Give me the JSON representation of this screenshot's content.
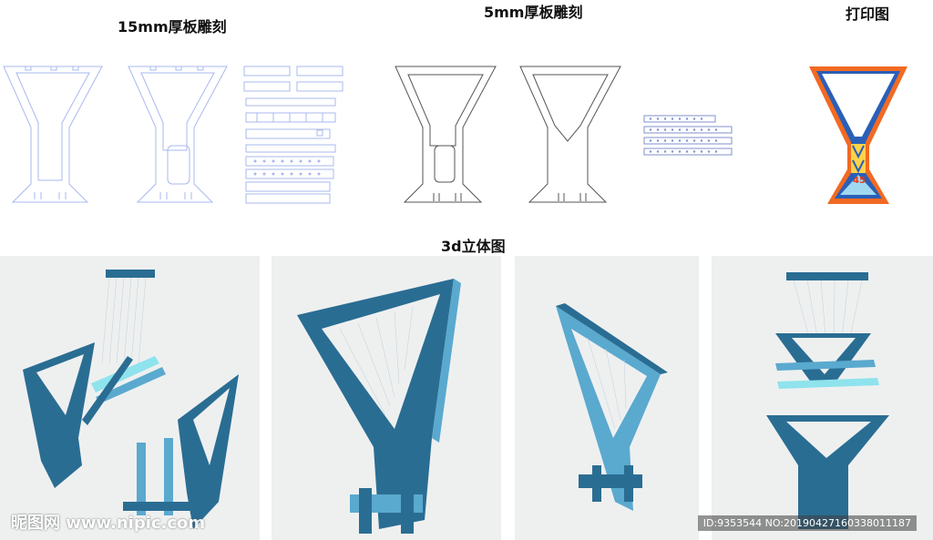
{
  "headings": {
    "engrave_15mm": "15mm厚板雕刻",
    "engrave_5mm": "5mm厚板雕刻",
    "print": "打印图",
    "view_3d": "3d立体图"
  },
  "print_badge": "45",
  "colors": {
    "outline": "#aab8ee",
    "outline_dark": "#555555",
    "print_orange": "#f26a22",
    "print_blue": "#2a5fb8",
    "model_dark": "#2a6d93",
    "model_light": "#5aa9cf",
    "model_cyan": "#8fe3ec",
    "panel_bg": "#eef0f0"
  },
  "watermark": {
    "site": "昵图网 www.nipic.com",
    "id": "ID:9353544 NO:20190427160338011187"
  }
}
